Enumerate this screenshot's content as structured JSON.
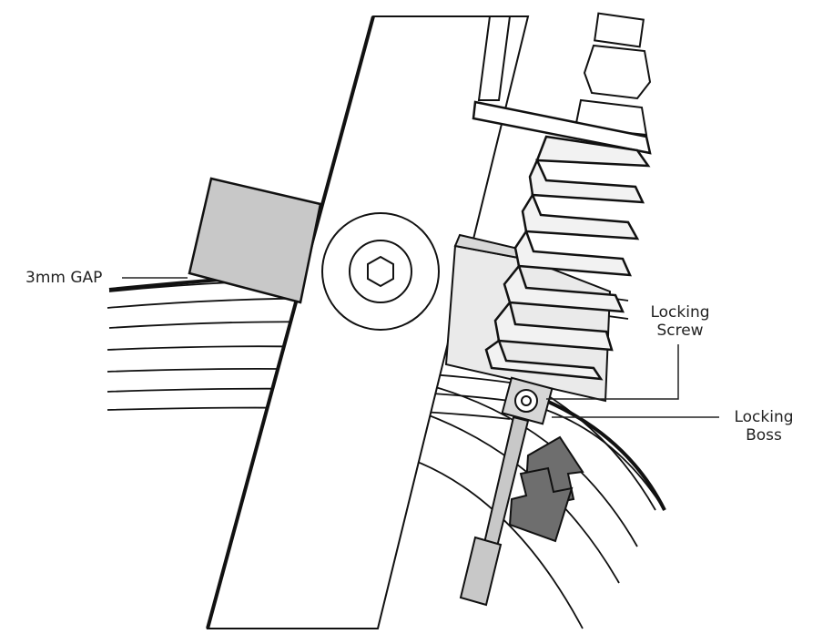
{
  "labels": {
    "gap": "3mm GAP",
    "locking_screw_line1": "Locking",
    "locking_screw_line2": "Screw",
    "locking_boss_line1": "Locking",
    "locking_boss_line2": "Boss"
  },
  "colors": {
    "outline": "#111111",
    "block_fill": "#c8c8c8",
    "arrow_fill": "#6e6e6e",
    "bellows_fill": "#f2f2f2",
    "background": "#ffffff"
  }
}
